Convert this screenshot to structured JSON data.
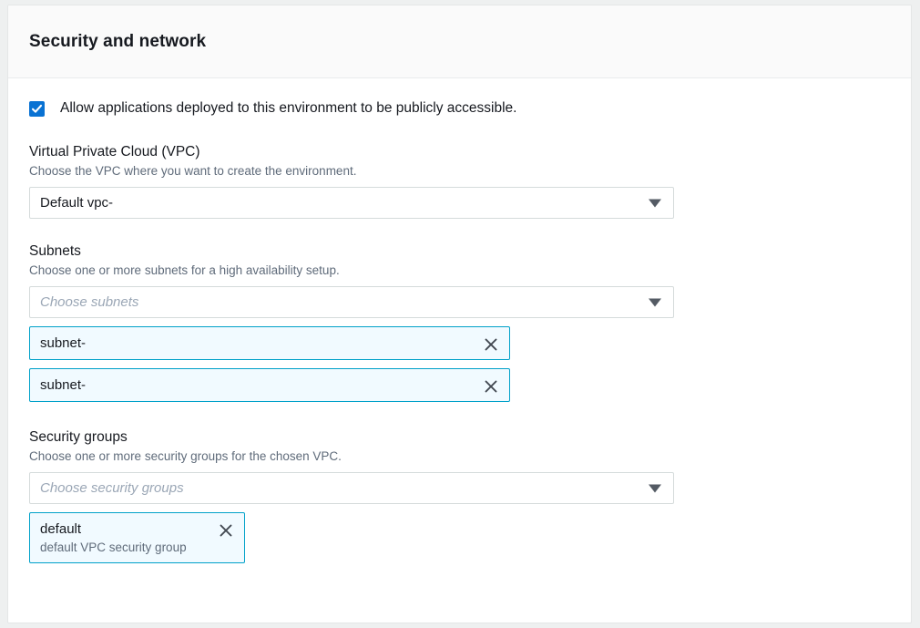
{
  "panel": {
    "title": "Security and network"
  },
  "public_access": {
    "label": "Allow applications deployed to this environment to be publicly accessible.",
    "checked": true,
    "checkbox_color": "#0972d3"
  },
  "vpc": {
    "label": "Virtual Private Cloud (VPC)",
    "description": "Choose the VPC where you want to create the environment.",
    "selected_value": "Default vpc-",
    "caret_icon": "chevron-down-icon"
  },
  "subnets": {
    "label": "Subnets",
    "description": "Choose one or more subnets for a high availability setup.",
    "placeholder": "Choose subnets",
    "caret_icon": "chevron-down-icon",
    "tokens": [
      {
        "label": "subnet-",
        "dismiss_icon": "close-icon"
      },
      {
        "label": "subnet-",
        "dismiss_icon": "close-icon"
      }
    ]
  },
  "security_groups": {
    "label": "Security groups",
    "description": "Choose one or more security groups for the chosen VPC.",
    "placeholder": "Choose security groups",
    "caret_icon": "chevron-down-icon",
    "tokens": [
      {
        "label": "default",
        "description": "default VPC security group",
        "dismiss_icon": "close-icon"
      }
    ]
  },
  "colors": {
    "accent": "#0972d3",
    "token_border": "#00a1c9",
    "token_fill": "#f1faff",
    "text": "#16191f",
    "muted_text": "#5f6b7a",
    "field_border": "#d5dbdb",
    "panel_border": "#e4e6e6",
    "header_bg": "#fafafa"
  }
}
